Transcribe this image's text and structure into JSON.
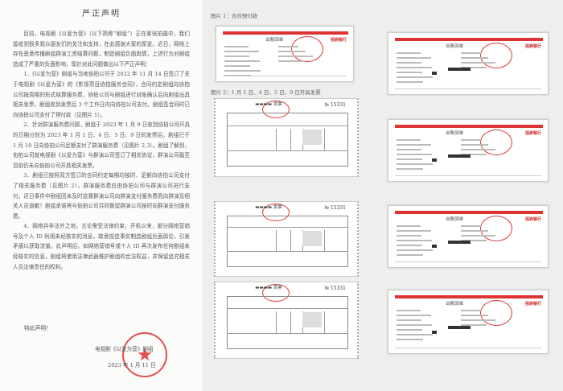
{
  "statement": {
    "title": "严正声明",
    "paragraphs": [
      "目前，电视剧《以爱为营》（以下简称“剧组”）正在紧张拍摄中，我们接收到很多观众朋友们的关注和支持，在此感谢大家的厚爱。近日，网络上存在恶意传播剧组群演工资结算问题，制造剧组负面舆情，上述行为对剧组造成了严重的负面影响，现针对此问题做出以下严正声明：",
      "1、《以爱为营》剧组与当地协拍公司于 2022 年 11 月 14 日签订了关于电视剧《以爱为营》的《影视项目协拍服务合同》，合同约定剧组向协拍公司按周期的形式结算服务费，协拍公司与剧组进行对账确认后向剧组出具相关发票，剧组收到发票后 3 个工作日内向协拍公司支付。剧组签合同时已向协拍公司支付了预付款（见图片 1）。",
      "2、针对群演服务费问题，剧组于 2023 年 1 月 9 日收到协拍公司开具的日期分别为 2023 年 1 月 1 日、4 日、5 日、9 日的发票后，剧组已于 1 月 10 日向协拍公司足额支付了群演服务费（见图片 2,3）。剧组了解到，协拍公司就电视剧《以爱为营》与群演公司签订了相关协议，群演公司截至目前仍未向协拍公司开具相关发票。",
      "3、剧组已按照双方签订的合同约定每期均按时、足额向协拍公司支付了相关服务费（见图片 2），群演服务费应由协拍公司与群演公司进行支付，近日事件中剧组因未及时监督群演公司向群演支付服务费而向群演及相关人员道歉！剧组承诺将与协拍公司共同督促群演公司按时向群演支付服务费。",
      "4、网络并非法外之地，言论需受法律约束，开机以来，部分网络营销号及个人 ID 利用未经核实的消息，故意捏造事实制造剧组负面舆论，引发矛盾以获取流量。此声明后，如网络营销号或个人 ID 再次发布任何剧组未经核实的信息，剧组将使用法律武器维护剧组的合法权益，并保留追究相关人员法律责任的权利。"
    ],
    "closing": "特此声明！",
    "signature": "电视剧《以爱为营》剧组",
    "date": "2023 年 1 月 11 日",
    "stamp_color": "#d33333"
  },
  "attachments": {
    "caption_1": "图片 1：合同预付款",
    "caption_2": "图片 2：1 月 1 日、4 日、5 日、9 日开具发票",
    "receipt_title": "出账回单",
    "bank_name": "招商银行",
    "invoice_number": "№ 15331",
    "receipt_count": 5,
    "invoice_count": 3
  }
}
